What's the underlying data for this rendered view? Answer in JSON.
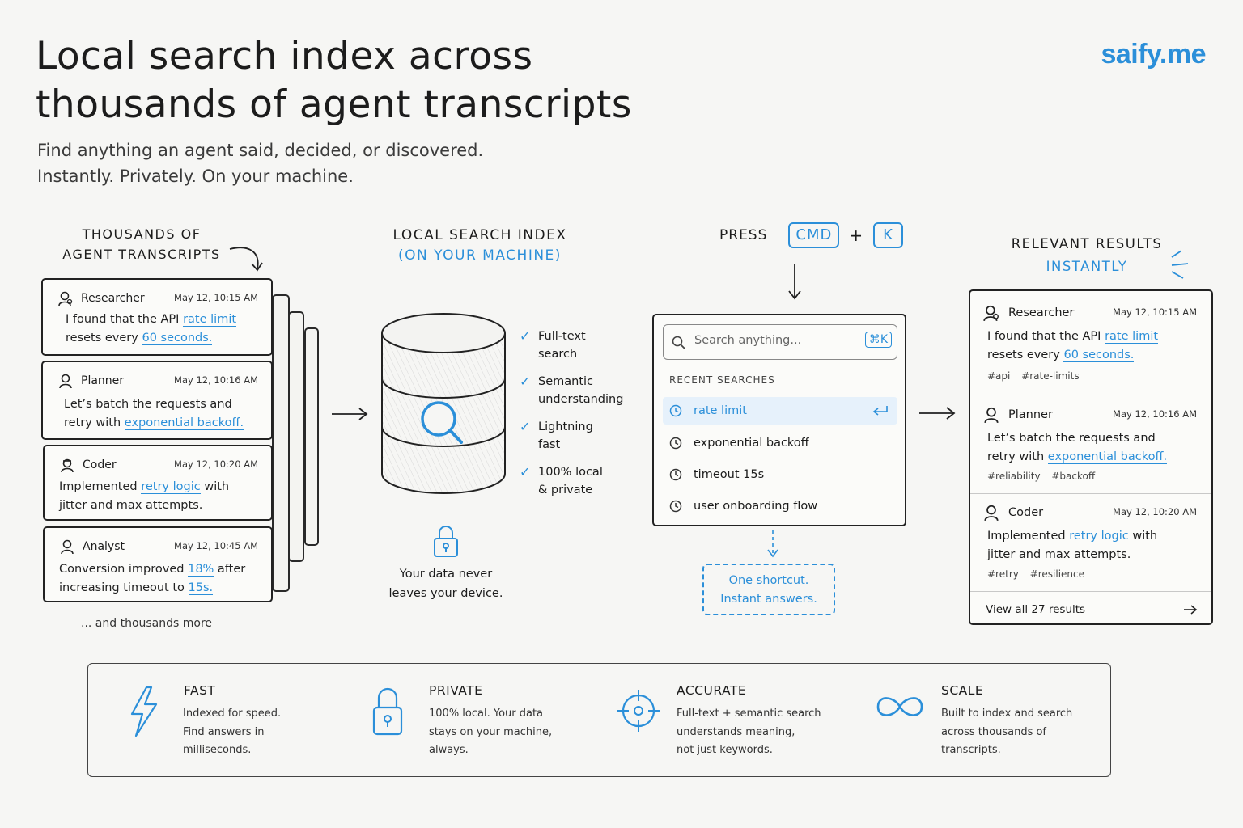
{
  "header": {
    "title_line1": "Local search index across",
    "title_line2": "thousands of agent transcripts",
    "subtitle_line1": "Find anything an agent said, decided, or discovered.",
    "subtitle_line2": "Instantly. Privately. On your machine.",
    "brand": "saify.me"
  },
  "transcripts": {
    "heading_line1": "THOUSANDS OF",
    "heading_line2": "AGENT TRANSCRIPTS",
    "cards": [
      {
        "role": "Researcher",
        "time": "May 12, 10:15 AM",
        "pre1": "I found that the API ",
        "hl1": "rate limit",
        "pre2": "resets every ",
        "hl2": "60 seconds."
      },
      {
        "role": "Planner",
        "time": "May 12, 10:16 AM",
        "pre1": "Let’s batch the requests and",
        "pre2": "retry with ",
        "hl2": "exponential backoff."
      },
      {
        "role": "Coder",
        "time": "May 12, 10:20 AM",
        "pre1": "Implemented ",
        "hl1": "retry logic",
        "post1": " with",
        "pre2": "jitter and max attempts."
      },
      {
        "role": "Analyst",
        "time": "May 12, 10:45 AM",
        "pre1": "Conversion improved ",
        "hl1": "18%",
        "post1": " after",
        "pre2": "increasing timeout to ",
        "hl2": "15s."
      }
    ],
    "more": "... and thousands more"
  },
  "index": {
    "heading_line1": "LOCAL SEARCH INDEX",
    "heading_line2": "(ON YOUR MACHINE)",
    "features": [
      {
        "line1": "Full-text",
        "line2": "search"
      },
      {
        "line1": "Semantic",
        "line2": "understanding"
      },
      {
        "line1": "Lightning",
        "line2": "fast"
      },
      {
        "line1": "100% local",
        "line2": "& private"
      }
    ],
    "privacy_line1": "Your data never",
    "privacy_line2": "leaves your device."
  },
  "shortcut": {
    "press": "PRESS",
    "key1": "CMD",
    "plus": "+",
    "key2": "K",
    "search_placeholder": "Search anything...",
    "search_kbd": "⌘K",
    "recent_title": "RECENT SEARCHES",
    "recent": [
      "rate limit",
      "exponential backoff",
      "timeout 15s",
      "user onboarding flow"
    ],
    "note_line1": "One shortcut.",
    "note_line2": "Instant answers."
  },
  "results": {
    "heading_line1": "RELEVANT RESULTS",
    "heading_line2": "INSTANTLY",
    "items": [
      {
        "role": "Researcher",
        "time": "May 12, 10:15 AM",
        "pre1": "I found that the API ",
        "hl1": "rate limit",
        "pre2": "resets every ",
        "hl2": "60 seconds.",
        "tags": "#api #rate-limits"
      },
      {
        "role": "Planner",
        "time": "May 12, 10:16 AM",
        "pre1": "Let’s batch the requests and",
        "pre2": "retry with ",
        "hl2": "exponential backoff.",
        "tags": "#reliability #backoff"
      },
      {
        "role": "Coder",
        "time": "May 12, 10:20 AM",
        "pre1": "Implemented ",
        "hl1": "retry logic",
        "post1": " with",
        "pre2": "jitter and max attempts.",
        "tags": "#retry #resilience"
      }
    ],
    "view_all": "View all 27 results"
  },
  "benefits": [
    {
      "title": "FAST",
      "line1": "Indexed for speed.",
      "line2": "Find answers in",
      "line3": "milliseconds.",
      "icon": "lightning-icon"
    },
    {
      "title": "PRIVATE",
      "line1": "100% local. Your data",
      "line2": "stays on your machine,",
      "line3": "always.",
      "icon": "lock-icon"
    },
    {
      "title": "ACCURATE",
      "line1": "Full-text + semantic search",
      "line2": "understands meaning,",
      "line3": "not just keywords.",
      "icon": "target-icon"
    },
    {
      "title": "SCALE",
      "line1": "Built to index and search",
      "line2": "across thousands of",
      "line3": "transcripts.",
      "icon": "infinity-icon"
    }
  ],
  "colors": {
    "accent": "#2b8fd9",
    "ink": "#1c1c1c",
    "background": "#f6f6f4"
  }
}
